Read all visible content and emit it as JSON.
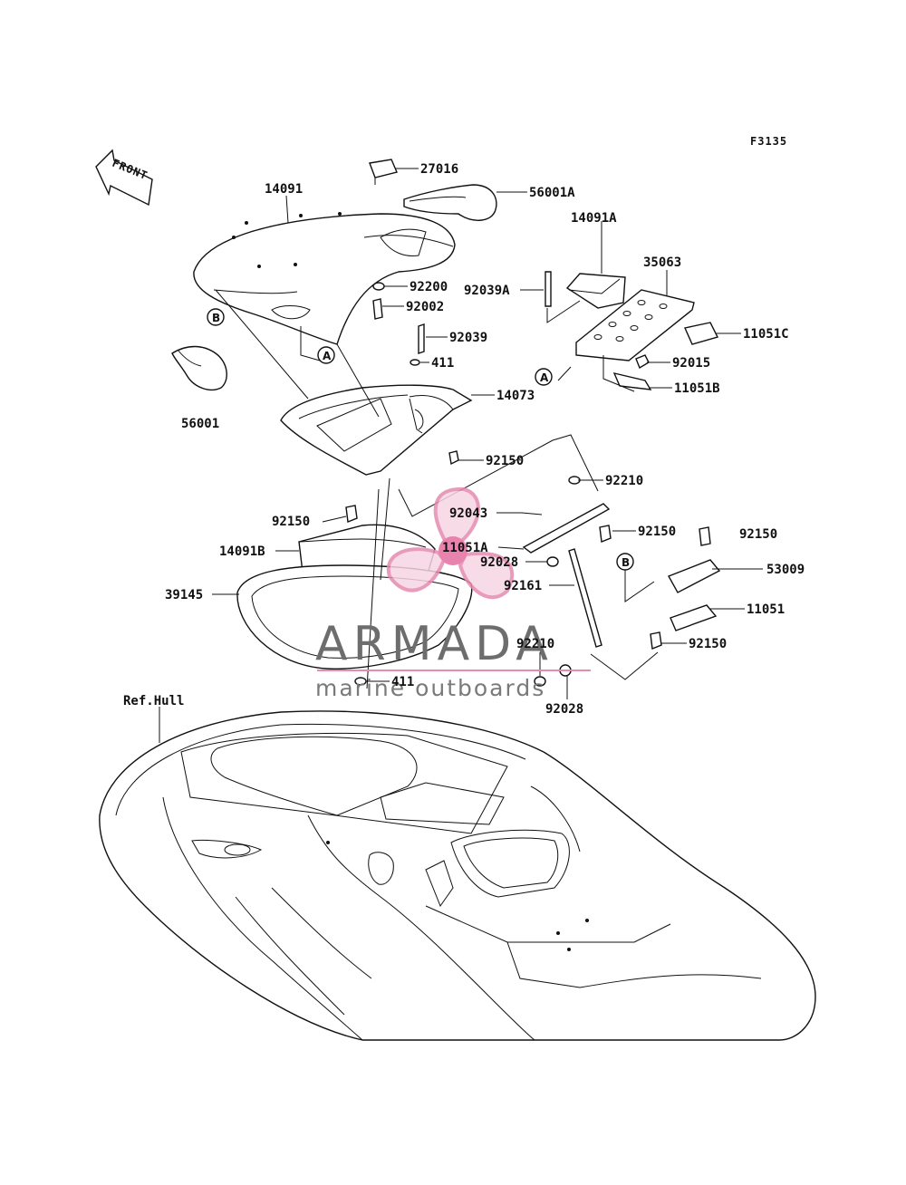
{
  "figure_code": "F3135",
  "direction_label": "FRONT",
  "reference_label": "Ref.Hull",
  "callouts": [
    "A",
    "B"
  ],
  "watermark": {
    "brand": "ARMADA",
    "tagline": "marine outboards"
  },
  "part_labels": [
    "27016",
    "56001A",
    "14091",
    "14091A",
    "35063",
    "92200",
    "92039A",
    "92002",
    "11051C",
    "92039",
    "411",
    "92015",
    "11051B",
    "14073",
    "56001",
    "92150",
    "92210",
    "92043",
    "92150",
    "92150",
    "92150",
    "14091B",
    "11051A",
    "92028",
    "53009",
    "39145",
    "92161",
    "11051",
    "92210",
    "92150",
    "411",
    "92028"
  ]
}
